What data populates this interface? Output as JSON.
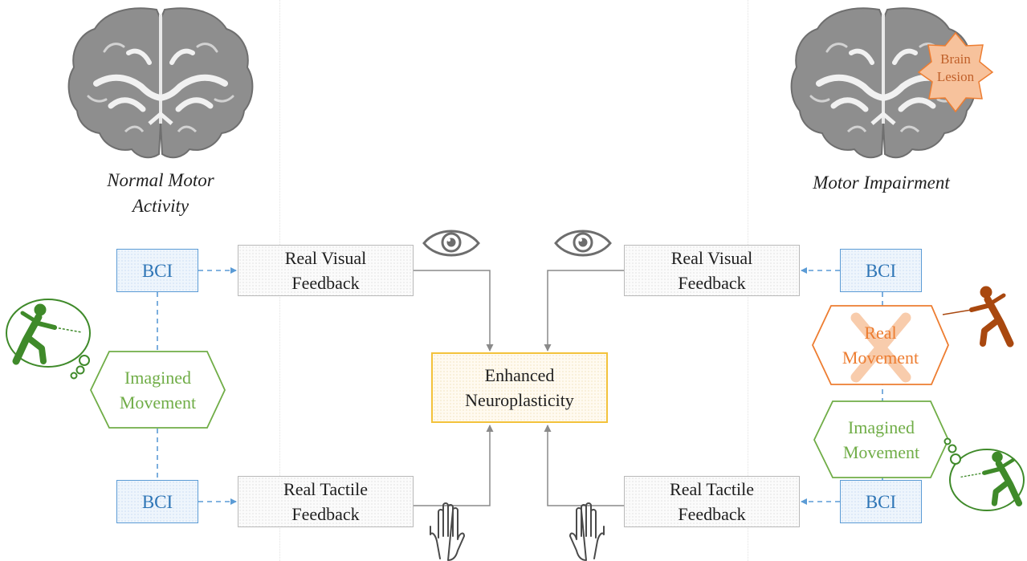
{
  "left": {
    "caption_line1": "Normal Motor",
    "caption_line2": "Activity",
    "bci_top": "BCI",
    "bci_bottom": "BCI",
    "imagined_line1": "Imagined",
    "imagined_line2": "Movement",
    "visual_line1": "Real Visual",
    "visual_line2": "Feedback",
    "tactile_line1": "Real Tactile",
    "tactile_line2": "Feedback"
  },
  "center": {
    "line1": "Enhanced",
    "line2": "Neuroplasticity"
  },
  "right": {
    "caption": "Motor Impairment",
    "lesion_line1": "Brain",
    "lesion_line2": "Lesion",
    "bci_top": "BCI",
    "bci_bottom": "BCI",
    "real_line1": "Real",
    "real_line2": "Movement",
    "imagined_line1": "Imagined",
    "imagined_line2": "Movement",
    "visual_line1": "Real Visual",
    "visual_line2": "Feedback",
    "tactile_line1": "Real Tactile",
    "tactile_line2": "Feedback"
  },
  "colors": {
    "bci_blue": "#5b9bd5",
    "imagined_green": "#70ad47",
    "real_orange": "#ed7d31",
    "enhanced_gold": "#f3c23b",
    "figure_green": "#3f8a2a",
    "figure_brown": "#a9480f"
  },
  "icons": [
    "brain-icon",
    "eye-icon",
    "hand-icon",
    "fencer-icon",
    "thought-bubble-icon",
    "lesion-star-icon"
  ]
}
